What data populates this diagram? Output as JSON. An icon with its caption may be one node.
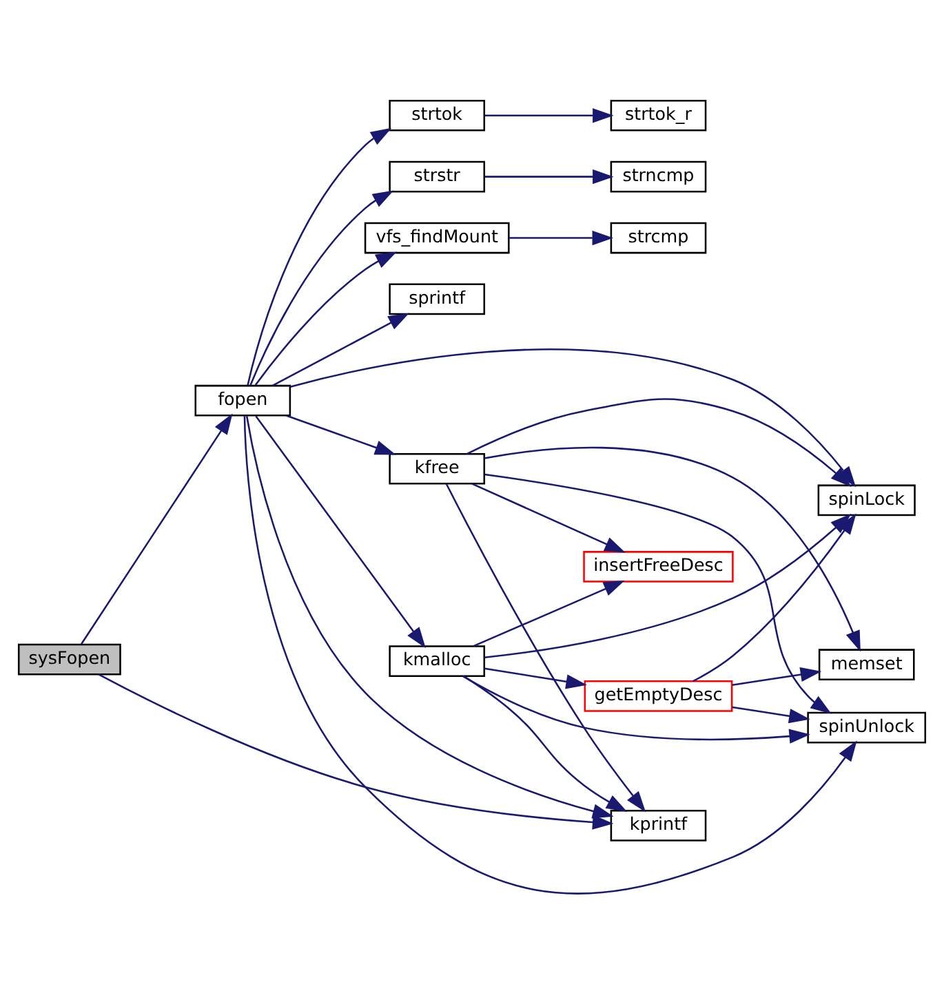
{
  "diagram": {
    "nodes": [
      {
        "text": [
          "sysFopen"
        ]
      },
      {
        "text": [
          "vfs_findMount"
        ]
      },
      {
        "text": [
          "strcmp"
        ]
      },
      {
        "text": [
          "kprintf"
        ]
      },
      {
        "text": [
          "fopen"
        ]
      },
      {
        "text": [
          "kfree"
        ]
      },
      {
        "text": [
          "spinLock"
        ]
      },
      {
        "text": [
          "kmalloc"
        ]
      },
      {
        "text": [
          "insertFreeDesc"
        ]
      },
      {
        "text": [
          "memset"
        ]
      },
      {
        "text": [
          "getEmptyDesc"
        ]
      },
      {
        "text": [
          "spinUnlock"
        ]
      },
      {
        "text": [
          "sprintf"
        ]
      },
      {
        "text": [
          "strstr"
        ]
      },
      {
        "text": [
          "strncmp"
        ]
      },
      {
        "text": [
          "strtok"
        ]
      },
      {
        "text": [
          "strtok_r"
        ]
      }
    ],
    "edges": [
      {
        "from": 0,
        "to": 3,
        "arrow": "to"
      },
      {
        "from": 0,
        "to": 4,
        "arrow": "to"
      },
      {
        "from": 4,
        "to": 1,
        "arrow": "to"
      },
      {
        "from": 1,
        "to": 2,
        "arrow": "to"
      },
      {
        "from": 4,
        "to": 3,
        "arrow": "to"
      },
      {
        "from": 4,
        "to": 6,
        "arrow": "to"
      },
      {
        "from": 4,
        "to": 5,
        "arrow": "to"
      },
      {
        "from": 4,
        "to": 7,
        "arrow": "to"
      },
      {
        "from": 4,
        "to": 11,
        "arrow": "to"
      },
      {
        "from": 4,
        "to": 12,
        "arrow": "to"
      },
      {
        "from": 4,
        "to": 13,
        "arrow": "to"
      },
      {
        "from": 4,
        "to": 15,
        "arrow": "to"
      },
      {
        "from": 5,
        "to": 3,
        "arrow": "to"
      },
      {
        "from": 5,
        "to": 6,
        "arrow": "to"
      },
      {
        "from": 5,
        "to": 8,
        "arrow": "to"
      },
      {
        "from": 5,
        "to": 9,
        "arrow": "to"
      },
      {
        "from": 5,
        "to": 11,
        "arrow": "to"
      },
      {
        "from": 7,
        "to": 3,
        "arrow": "to"
      },
      {
        "from": 7,
        "to": 8,
        "arrow": "to"
      },
      {
        "from": 7,
        "to": 6,
        "arrow": "to"
      },
      {
        "from": 7,
        "to": 10,
        "arrow": "to"
      },
      {
        "from": 7,
        "to": 11,
        "arrow": "to"
      },
      {
        "from": 10,
        "to": 6,
        "arrow": "to"
      },
      {
        "from": 10,
        "to": 9,
        "arrow": "to"
      },
      {
        "from": 10,
        "to": 11,
        "arrow": "to"
      },
      {
        "from": 13,
        "to": 14,
        "arrow": "to"
      },
      {
        "from": 15,
        "to": 16,
        "arrow": "to"
      }
    ]
  }
}
